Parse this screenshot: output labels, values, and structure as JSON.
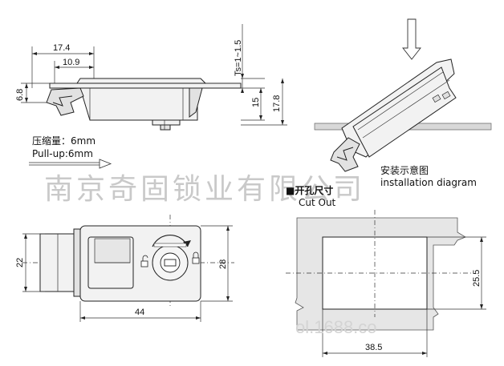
{
  "side_view": {
    "dim_17_4": "17.4",
    "dim_10_9": "10.9",
    "dim_6_8": "6.8",
    "dim_ts": "Ts=1~1.5",
    "dim_15": "15",
    "dim_17_8": "17.8"
  },
  "pull_note": {
    "compress_label": "压缩量：6mm",
    "pullup_label": "Pull-up:6mm"
  },
  "installation": {
    "label_cn": "安装示意图",
    "label_en": "installation diagram"
  },
  "front_view": {
    "dim_22": "22",
    "dim_28": "28",
    "dim_44": "44"
  },
  "cutout": {
    "label_cn": "■开孔尺寸",
    "label_en": "Cut Out",
    "dim_25_5": "25.5",
    "dim_38_5": "38.5"
  },
  "watermark": {
    "company": "南京奇固锁业有限公司",
    "site": "ol.1688.co"
  }
}
